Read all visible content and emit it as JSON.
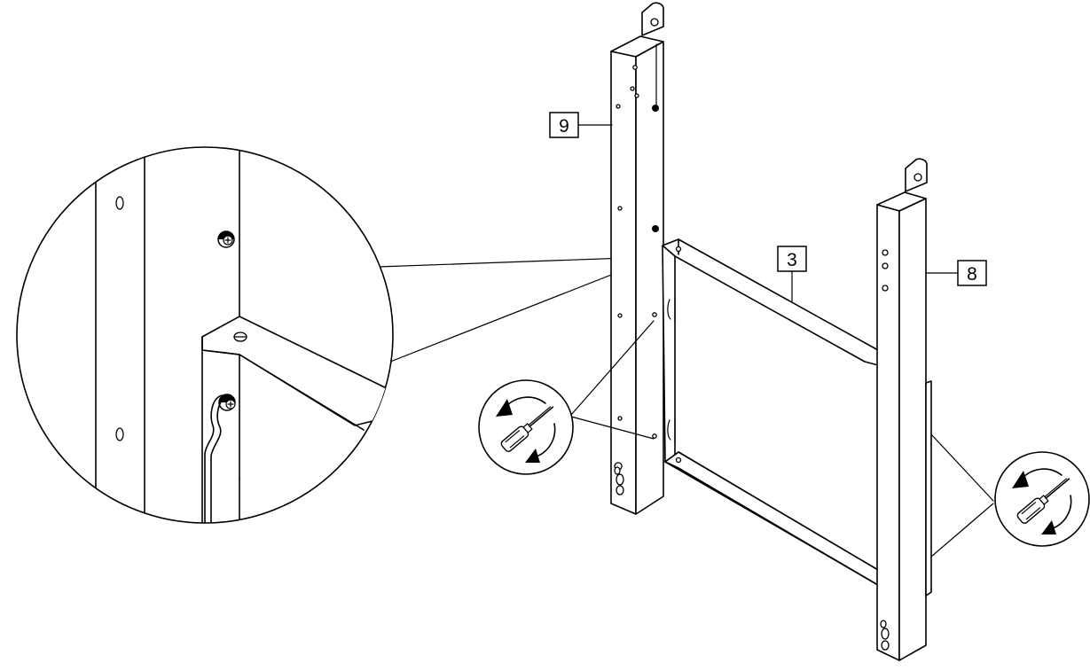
{
  "callouts": {
    "part_9": "9",
    "part_3": "3",
    "part_8": "8"
  },
  "icons": {
    "screwdriver": "screwdriver-rotate-icon",
    "screw": "screw-icon"
  },
  "colors": {
    "line": "#000000",
    "background": "#ffffff"
  }
}
